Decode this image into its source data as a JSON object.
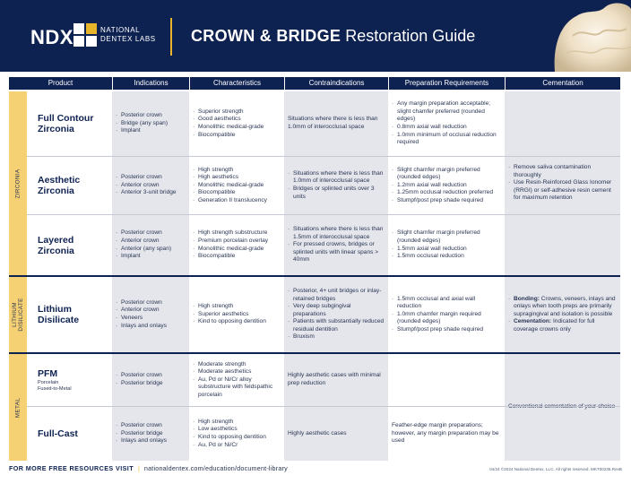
{
  "header": {
    "logo_mark": "NDX",
    "logo_line1": "NATIONAL",
    "logo_line2": "DENTEX LABS",
    "title_bold": "CROWN & BRIDGE",
    "title_rest": " Restoration Guide"
  },
  "columns": [
    "Product",
    "Indications",
    "Characteristics",
    "Contraindications",
    "Preparation Requirements",
    "Cementation"
  ],
  "groups": {
    "zirconia": "ZIRCONIA",
    "lithium_line1": "LITHIUM",
    "lithium_line2": "DISILICATE",
    "metal": "METAL"
  },
  "rows": [
    {
      "name_line1": "Full Contour",
      "name_line2": "Zirconia",
      "indications": [
        "Posterior crown",
        "Bridge (any span)",
        "Implant"
      ],
      "characteristics": [
        "Superior strength",
        "Good aesthetics",
        "Monolithic medical-grade",
        "Biocompatible"
      ],
      "contraindications": "Situations where there is less than 1.0mm of interocclusal space",
      "preparation": [
        "Any margin preparation acceptable; slight chamfer preferred (rounded edges)",
        "0.8mm axial wall reduction",
        "1.0mm minimum of occlusal reduction required"
      ]
    },
    {
      "name_line1": "Aesthetic",
      "name_line2": "Zirconia",
      "indications": [
        "Posterior crown",
        "Anterior crown",
        "Anterior 3-unit bridge"
      ],
      "characteristics": [
        "High strength",
        "High aesthetics",
        "Monolithic medical-grade",
        "Biocompatible",
        "Generation II translucency"
      ],
      "contraindications": [
        "Situations where there is less than 1.0mm of interocclusal space",
        "Bridges or splinted units over 3 units"
      ],
      "preparation": [
        "Slight chamfer margin preferred (rounded edges)",
        "1.2mm axial wall reduction",
        "1.25mm occlusal reduction preferred",
        "Stumpf/post prep shade required"
      ]
    },
    {
      "name_line1": "Layered",
      "name_line2": "Zirconia",
      "indications": [
        "Posterior crown",
        "Anterior crown",
        "Anterior (any span)",
        "Implant"
      ],
      "characteristics": [
        "High strength substructure",
        "Premium porcelain overlay",
        "Monolithic medical-grade",
        "Biocompatible"
      ],
      "contraindications": [
        "Situations where there is less than 1.5mm of interocclusal space",
        "For pressed crowns, bridges or splinted units with linear spans > 40mm"
      ],
      "preparation": [
        "Slight chamfer margin preferred (rounded edges)",
        "1.5mm axial wall reduction",
        "1.5mm occlusal reduction"
      ]
    },
    {
      "name_line1": "Lithium",
      "name_line2": "Disilicate",
      "indications": [
        "Posterior crown",
        "Anterior crown",
        "Veneers",
        "Inlays and onlays"
      ],
      "characteristics": [
        "High strength",
        "Superior aesthetics",
        "Kind to opposing dentition"
      ],
      "contraindications": [
        "Posterior, 4+ unit bridges or inlay-retained bridges",
        "Very deep subgingival preparations",
        "Patients with substantially reduced residual dentition",
        "Bruxism"
      ],
      "preparation": [
        "1.5mm occlusal and axial wall reduction",
        "1.0mm chamfer margin required (rounded edges)",
        "Stumpf/post prep shade required"
      ]
    },
    {
      "name_line1": "PFM",
      "sub_line1": "Porcelain",
      "sub_line2": "Fused-to-Metal",
      "indications": [
        "Posterior crown",
        "Posterior bridge"
      ],
      "characteristics": [
        "Moderate strength",
        "Moderate aesthetics",
        "Au, Pd or Ni/Cr alloy substructure with feldspathic porcelain"
      ],
      "contraindications": "Highly aesthetic cases with minimal prep reduction",
      "preparation": ""
    },
    {
      "name_line1": "Full-Cast",
      "indications": [
        "Posterior crown",
        "Posterior bridge",
        "Inlays and onlays"
      ],
      "characteristics": [
        "High strength",
        "Low aesthetics",
        "Kind to opposing dentition",
        "Au, Pd or Ni/Cr"
      ],
      "contraindications": "Highly aesthetic cases",
      "preparation": "Feather-edge margin preparations; however, any margin preparation may be used"
    }
  ],
  "cementation": {
    "zirconia": [
      "Remove saliva contamination thoroughly",
      "Use Resin-Reinforced Glass Ionomer (RRGI) or self-adhesive resin cement for maximum retention"
    ],
    "lithium_bonding_label": "Bonding:",
    "lithium_bonding_text": " Crowns, veneers, inlays and onlays when tooth preps are primarily supragingival and isolation is possible",
    "lithium_cement_label": "Cementation:",
    "lithium_cement_text": " Indicated for full coverage crowns only",
    "metal": "Conventional cementation of your choice"
  },
  "footer": {
    "cta": "FOR MORE FREE RESOURCES VISIT",
    "pipe": "|",
    "url": "nationaldentex.com/education/document-library",
    "legal": "04/24 ©2024 National Dentex, LLC. All rights reserved. MKT00235.RevB"
  },
  "colors": {
    "navy": "#0e2252",
    "gold": "#f6d173",
    "accent": "#e8b52a",
    "cell_gray": "#e4e6ec"
  }
}
